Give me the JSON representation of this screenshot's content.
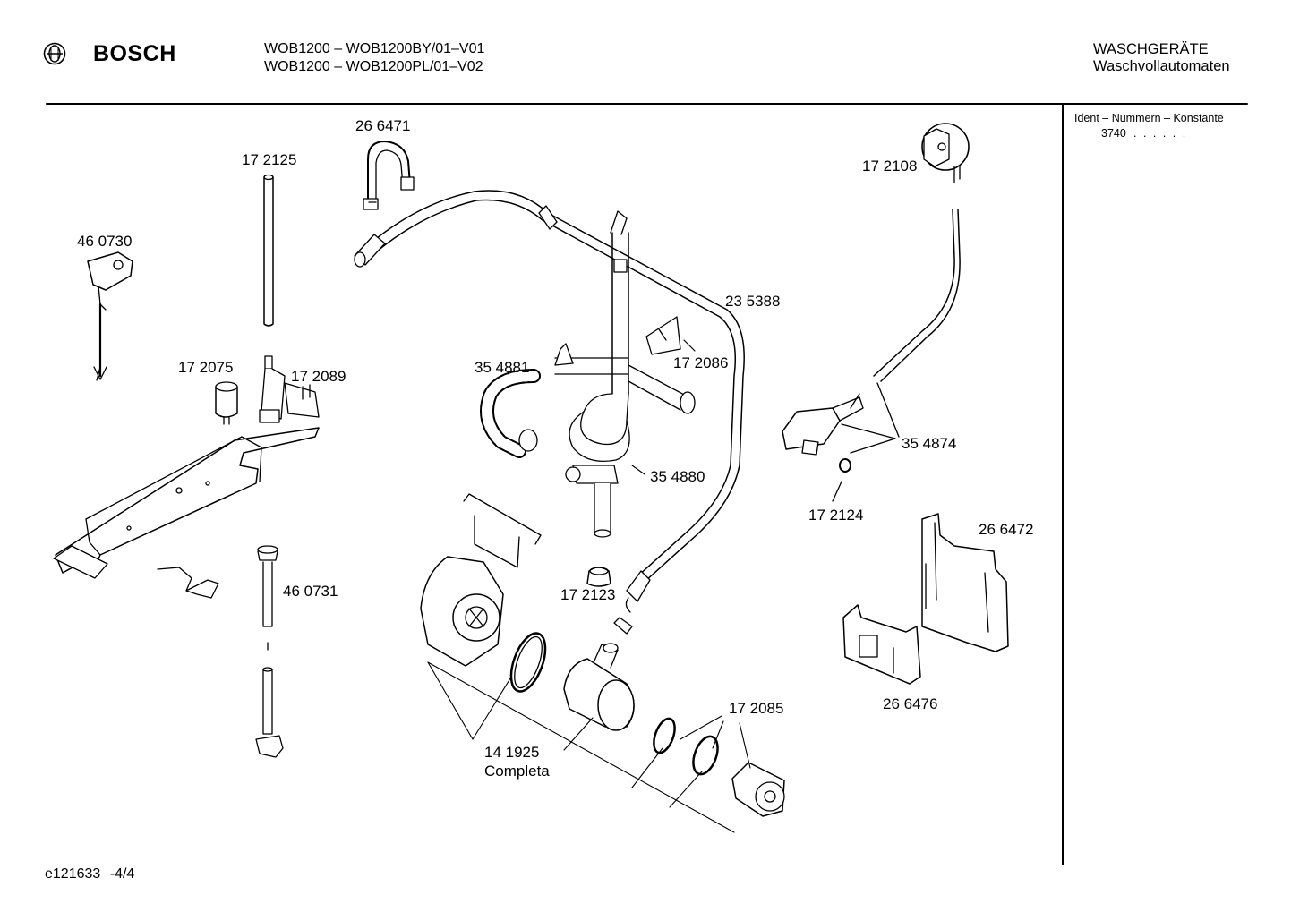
{
  "header": {
    "brand": "BOSCH",
    "brand_icon": "bosch-armature-logo-icon",
    "models": [
      "WOB1200 – WOB1200BY/01–V01",
      "WOB1200 – WOB1200PL/01–V02"
    ],
    "category": "WASCHGERÄTE",
    "subcategory": "Waschvollautomaten"
  },
  "ident_panel": {
    "title": "Ident – Nummern – Konstante",
    "code": "3740",
    "dots": ". . . . . ."
  },
  "parts": [
    {
      "id": "part-266471",
      "label": "26 6471"
    },
    {
      "id": "part-172125",
      "label": "17 2125"
    },
    {
      "id": "part-460730",
      "label": "46 0730"
    },
    {
      "id": "part-172075",
      "label": "17 2075"
    },
    {
      "id": "part-172089",
      "label": "17 2089"
    },
    {
      "id": "part-235388",
      "label": "23 5388"
    },
    {
      "id": "part-172086",
      "label": "17 2086"
    },
    {
      "id": "part-354881",
      "label": "35 4881"
    },
    {
      "id": "part-354880",
      "label": "35 4880"
    },
    {
      "id": "part-172108",
      "label": "17 2108"
    },
    {
      "id": "part-354874",
      "label": "35 4874"
    },
    {
      "id": "part-172124",
      "label": "17 2124"
    },
    {
      "id": "part-266472",
      "label": "26 6472"
    },
    {
      "id": "part-172123",
      "label": "17 2123"
    },
    {
      "id": "part-460731",
      "label": "46 0731"
    },
    {
      "id": "part-266476",
      "label": "26 6476"
    },
    {
      "id": "part-172085",
      "label": "17 2085"
    },
    {
      "id": "part-141925",
      "label": "14 1925",
      "note": "Completa"
    }
  ],
  "footer": {
    "doc_id": "e121633",
    "page": "-4/4"
  }
}
